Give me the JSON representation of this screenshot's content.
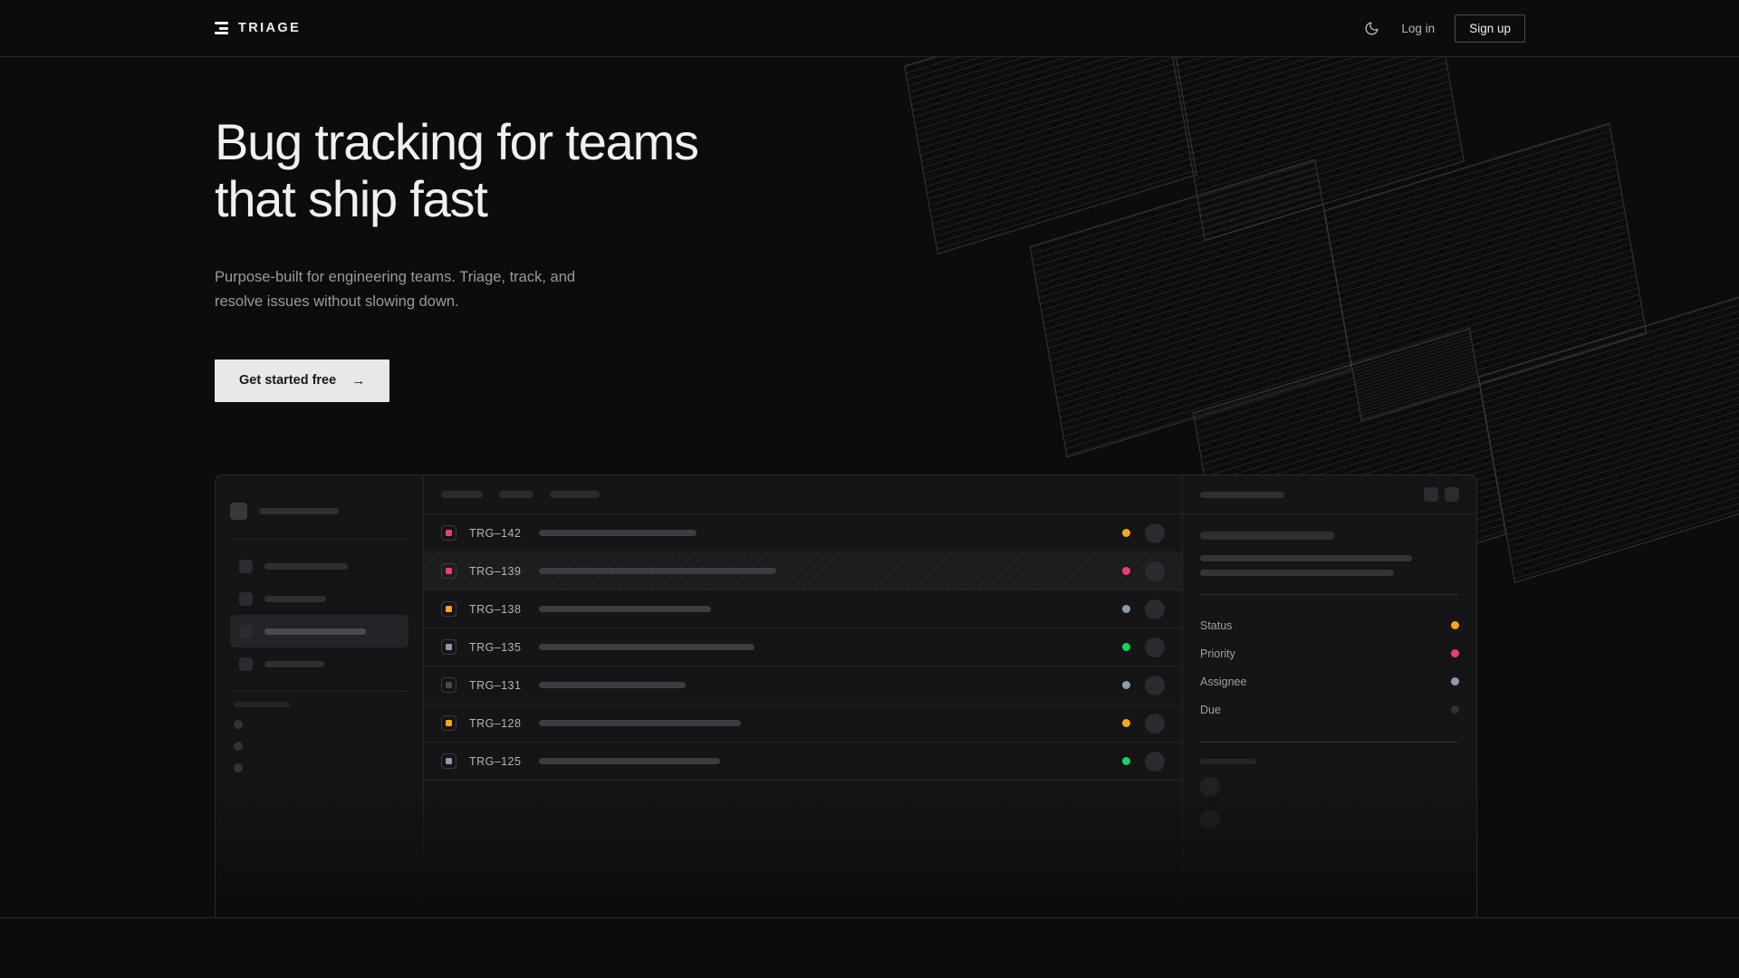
{
  "header": {
    "brand": "TRIAGE",
    "logo_icon": "stacked-bars-logo-icon",
    "theme_toggle_icon": "moon-icon",
    "login_label": "Log in",
    "signup_label": "Sign up"
  },
  "hero": {
    "headline": "Bug tracking for teams\nthat ship fast",
    "subhead": "Purpose-built for engineering teams. Triage, track, and\nresolve issues without slowing down.",
    "cta_label": "Get started free",
    "cta_arrow": "→"
  },
  "colors": {
    "page_bg": "#0c0c0d",
    "panel_bg": "#151517",
    "border": "#292a2c",
    "text_primary": "#f0f0f0",
    "text_muted": "#9a9a9d",
    "accent_orange": "#f5a623",
    "accent_pink": "#ee3e6d",
    "accent_green": "#1ed15f",
    "accent_slate": "#8e9bae",
    "accent_grey": "#3a3b3f",
    "cta_bg": "#e8e8e8"
  },
  "mockup": {
    "sidebar": {
      "nav_items": [
        {
          "width": 92,
          "active": false
        },
        {
          "width": 68,
          "active": false
        },
        {
          "width": 112,
          "active": true
        },
        {
          "width": 66,
          "active": false
        }
      ],
      "footer_dots": 3
    },
    "list": {
      "toolbar_chips": [
        46,
        38,
        55
      ],
      "rows": [
        {
          "id": "TRG–142",
          "badge_color": "#ee3e6d",
          "title_width": 174,
          "status_color": "#f5a623",
          "selected": false
        },
        {
          "id": "TRG–139",
          "badge_color": "#ee3e6d",
          "title_width": 262,
          "status_color": "#ee3e6d",
          "selected": true
        },
        {
          "id": "TRG–138",
          "badge_color": "#f5a623",
          "title_width": 190,
          "status_color": "#8e9bae",
          "selected": false
        },
        {
          "id": "TRG–135",
          "badge_color": "#8e9bae",
          "title_width": 238,
          "status_color": "#1ed15f",
          "selected": false
        },
        {
          "id": "TRG–131",
          "badge_color": "#47484c",
          "title_width": 162,
          "status_color": "#8e9bae",
          "selected": false
        },
        {
          "id": "TRG–128",
          "badge_color": "#f5a623",
          "title_width": 223,
          "status_color": "#f5a623",
          "selected": false
        },
        {
          "id": "TRG–125",
          "badge_color": "#8e9bae",
          "title_width": 200,
          "status_color": "#1ed15f",
          "selected": false
        }
      ]
    },
    "detail": {
      "header_skeleton_width": 93,
      "title_skeleton_width": 148,
      "body_lines": [
        234,
        214
      ],
      "meta": [
        {
          "label": "Status",
          "dot_color": "#f5a623"
        },
        {
          "label": "Priority",
          "dot_color": "#ee3e6d"
        },
        {
          "label": "Assignee",
          "dot_color": "#8e9bae"
        },
        {
          "label": "Due",
          "dot_color": "#2f3033"
        }
      ],
      "activity_label_width": 62,
      "activity_items": 2
    }
  }
}
